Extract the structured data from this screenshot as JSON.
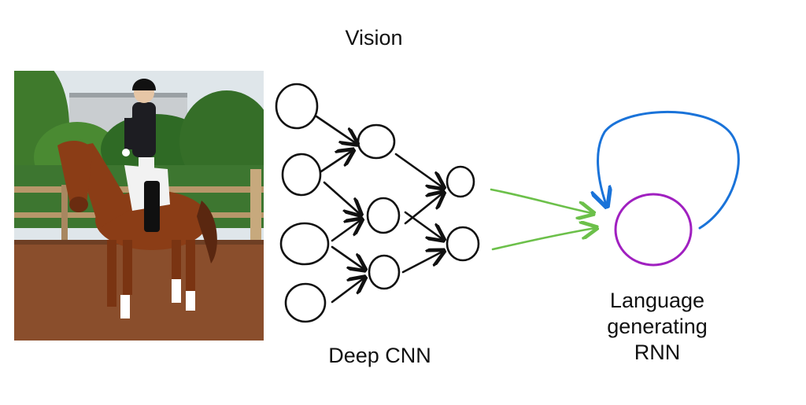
{
  "vision_title": "Vision",
  "cnn_label": "Deep CNN",
  "rnn_label": [
    "Language",
    "generating",
    "RNN"
  ],
  "photo": {
    "subject": "rider-on-horse",
    "icon": "horse-rider-photo"
  },
  "colors": {
    "cnn_strokes": "#111111",
    "feature_arrows": "#6cc04a",
    "rnn_loop_arrow": "#1a73d9",
    "rnn_node": "#a020c0"
  }
}
